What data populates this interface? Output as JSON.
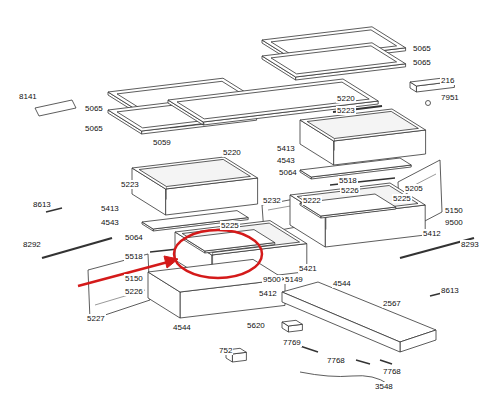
{
  "diagram": {
    "labels": [
      "5065",
      "5065",
      "216",
      "7951",
      "8141",
      "5065",
      "5220",
      "5223",
      "5065",
      "5059",
      "5220",
      "5413",
      "4543",
      "5223",
      "5064",
      "5205",
      "5413",
      "5518",
      "5226",
      "5225",
      "4543",
      "5222",
      "5232",
      "8613",
      "5064",
      "5150",
      "9500",
      "5412",
      "5518",
      "5225",
      "8292",
      "8293",
      "5150",
      "5226",
      "9500",
      "5149",
      "5421",
      "5412",
      "4544",
      "8613",
      "5227",
      "4544",
      "2567",
      "5620",
      "7769",
      "7768",
      "7768",
      "752",
      "3548"
    ]
  }
}
